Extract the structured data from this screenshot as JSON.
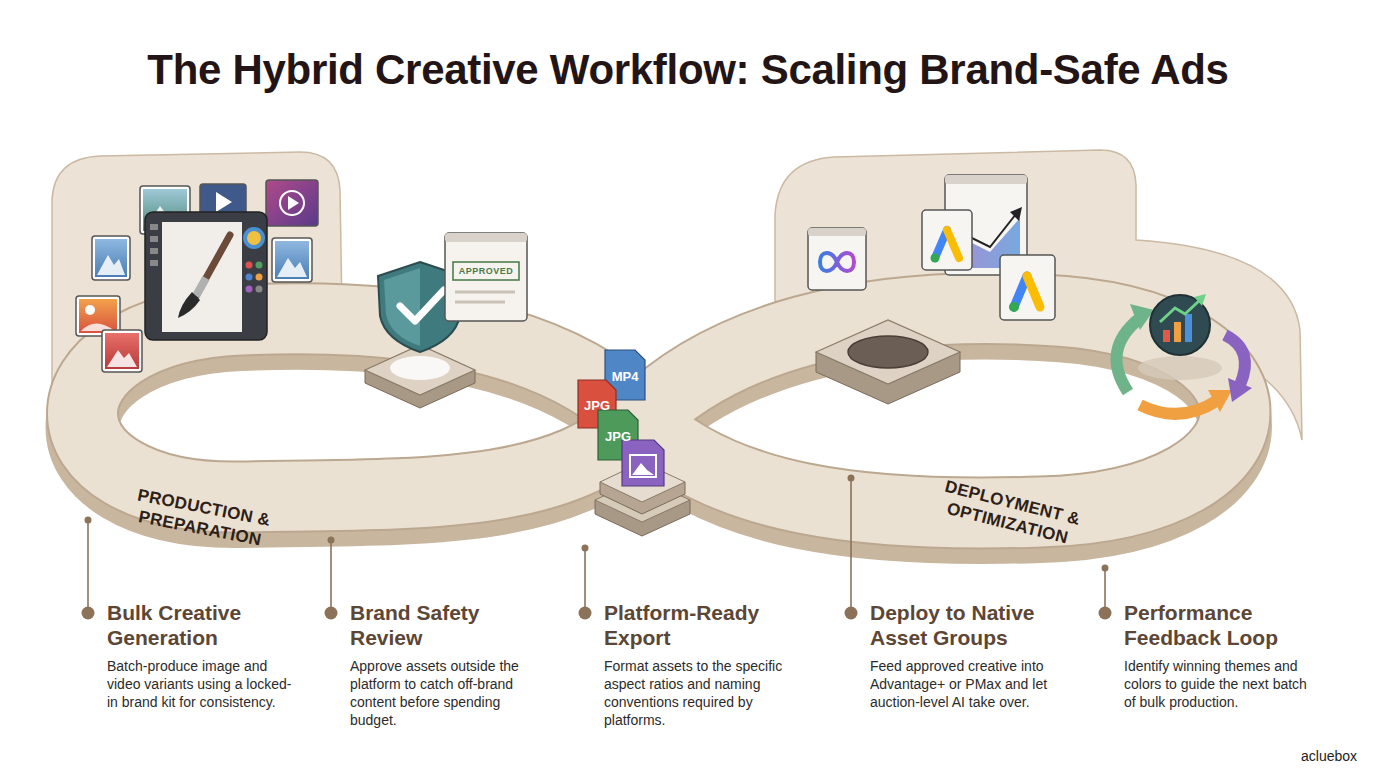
{
  "diagram": {
    "title": "The Hybrid Creative Workflow: Scaling Brand-Safe Ads",
    "nodes": [
      {
        "text": [
          "Bulk Creative Generation",
          "Batch-produce image and video variants using a locked-in brand kit for consistency."
        ]
      },
      {
        "text": [
          "Brand Safety Review",
          "Approve assets outside the platform to catch off-brand content before spending budget."
        ]
      },
      {
        "text": [
          "Platform-Ready Export",
          "Format assets to the specific aspect ratios and naming conventions required by platforms."
        ]
      },
      {
        "text": [
          "Deploy to Native Asset Groups",
          "Feed approved creative into Advantage+ or PMax and let auction-level AI take over."
        ]
      },
      {
        "text": [
          "Performance Feedback Loop",
          "Identify winning themes and colors to guide the next batch of bulk production."
        ]
      }
    ],
    "labels": [
      "APPROVED",
      "MP4",
      "JPG",
      "JPG",
      "PRODUCTION & PREPARATION",
      "DEPLOYMENT & OPTIMIZATION",
      "acluebox"
    ]
  }
}
